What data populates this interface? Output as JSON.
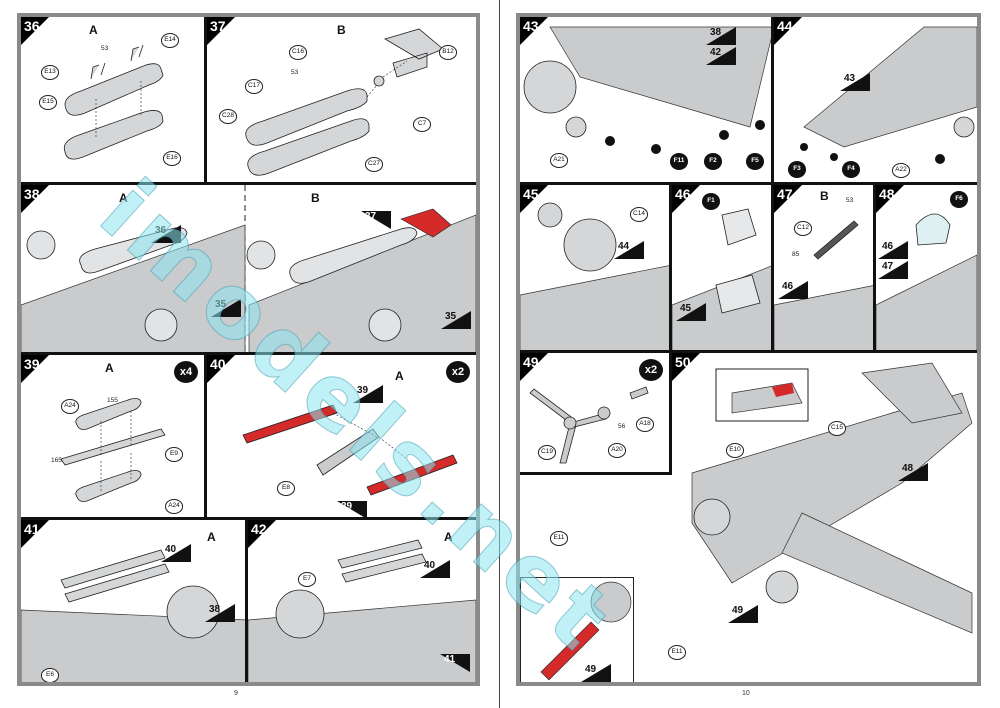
{
  "watermark": "imodels.net",
  "left_page": {
    "number": "9",
    "steps": [
      {
        "id": "s36",
        "number": "36",
        "variant": "A",
        "callouts": [
          "E14",
          "E13",
          "E15",
          "E16"
        ],
        "dim": "53"
      },
      {
        "id": "s37",
        "number": "37",
        "variant": "B",
        "callouts": [
          "C16",
          "B12",
          "C17",
          "C28",
          "C7",
          "C27"
        ],
        "dim": "53"
      },
      {
        "id": "s38",
        "number": "38",
        "variant_a": "A",
        "variant_b": "B",
        "refs": [
          "36",
          "35",
          "37",
          "35"
        ]
      },
      {
        "id": "s39",
        "number": "39",
        "variant": "A",
        "qty": "x4",
        "callouts": [
          "A24",
          "E9",
          "A24"
        ],
        "dims": [
          "155",
          "165"
        ]
      },
      {
        "id": "s40",
        "number": "40",
        "variant": "A",
        "qty": "x2",
        "callouts": [
          "E8"
        ],
        "refs": [
          "39",
          "39"
        ]
      },
      {
        "id": "s41",
        "number": "41",
        "variant": "A",
        "callouts": [
          "E6"
        ],
        "refs": [
          "40",
          "38",
          "41"
        ]
      },
      {
        "id": "s42",
        "number": "42",
        "variant": "A",
        "callouts": [
          "E7"
        ],
        "refs": [
          "40"
        ]
      }
    ]
  },
  "right_page": {
    "number": "10",
    "steps": [
      {
        "id": "s43",
        "number": "43",
        "callouts": [
          "A21",
          "F11",
          "F2",
          "F5"
        ],
        "refs": [
          "38",
          "42"
        ]
      },
      {
        "id": "s44",
        "number": "44",
        "callouts": [
          "F3",
          "F4",
          "A22"
        ],
        "refs": [
          "43"
        ]
      },
      {
        "id": "s45",
        "number": "45",
        "callouts": [
          "C14"
        ],
        "refs": [
          "44"
        ]
      },
      {
        "id": "s46",
        "number": "46",
        "callouts": [
          "F1"
        ],
        "refs": [
          "45"
        ]
      },
      {
        "id": "s47",
        "number": "47",
        "variant": "B",
        "callouts": [
          "C12"
        ],
        "dims": [
          "53",
          "85"
        ],
        "refs": [
          "46"
        ]
      },
      {
        "id": "s48",
        "number": "48",
        "callouts": [
          "F6"
        ],
        "refs": [
          "46",
          "47"
        ]
      },
      {
        "id": "s49",
        "number": "49",
        "qty": "x2",
        "callouts": [
          "A18",
          "C19",
          "A20"
        ],
        "dim": "56"
      },
      {
        "id": "s50",
        "number": "50",
        "callouts": [
          "E10",
          "C15",
          "E11",
          "E11"
        ],
        "refs": [
          "48",
          "49",
          "49",
          "49"
        ]
      }
    ]
  },
  "colors": {
    "highlight": "#d42a2a",
    "frame": "#8a8a8a",
    "ink": "#111111",
    "part_grey": "#c9cbcd"
  }
}
